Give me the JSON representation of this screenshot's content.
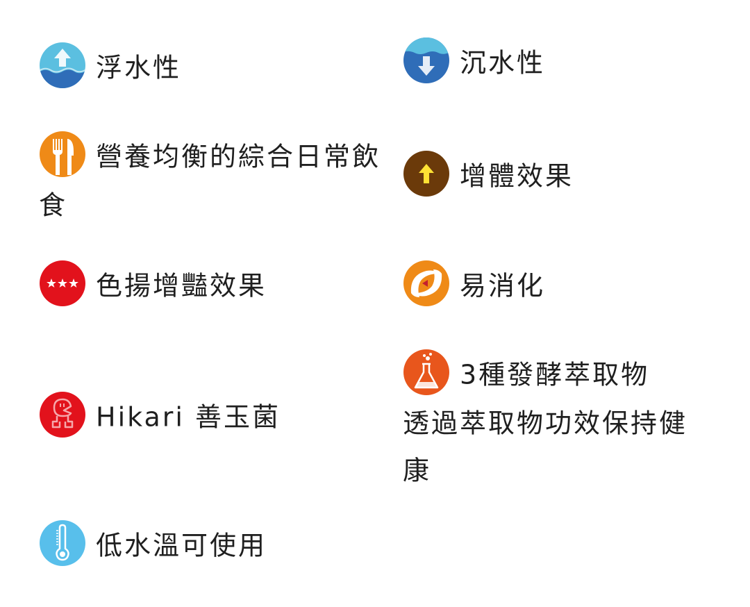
{
  "features": [
    {
      "id": "floating",
      "icon": "floating-arrow-up-water-icon",
      "label": "浮水性",
      "color": "#5bbfe0"
    },
    {
      "id": "sinking",
      "icon": "sinking-arrow-down-water-icon",
      "label": "沉水性",
      "color": "#2f6db8"
    },
    {
      "id": "nutrition",
      "icon": "fork-knife-icon",
      "label": "營養均衡的綜合日常飲食",
      "color": "#ef8a17"
    },
    {
      "id": "growth",
      "icon": "arrow-up-icon",
      "label": "增體效果",
      "color": "#6b3a0a"
    },
    {
      "id": "color",
      "icon": "three-stars-icon",
      "label": "色揚增豔效果",
      "color": "#e2121c"
    },
    {
      "id": "digest",
      "icon": "digestion-swirl-icon",
      "label": "易消化",
      "color": "#ef8a17"
    },
    {
      "id": "hikari",
      "icon": "hikari-mascot-icon",
      "label": "Hikari 善玉菌",
      "color": "#e2121c"
    },
    {
      "id": "ferment",
      "icon": "flask-icon",
      "label": "3種發酵萃取物",
      "sublabel": "透過萃取物功效保持健康",
      "color": "#e8561c"
    },
    {
      "id": "lowtemp",
      "icon": "thermometer-icon",
      "label": "低水溫可使用",
      "color": "#58bfeb"
    }
  ]
}
